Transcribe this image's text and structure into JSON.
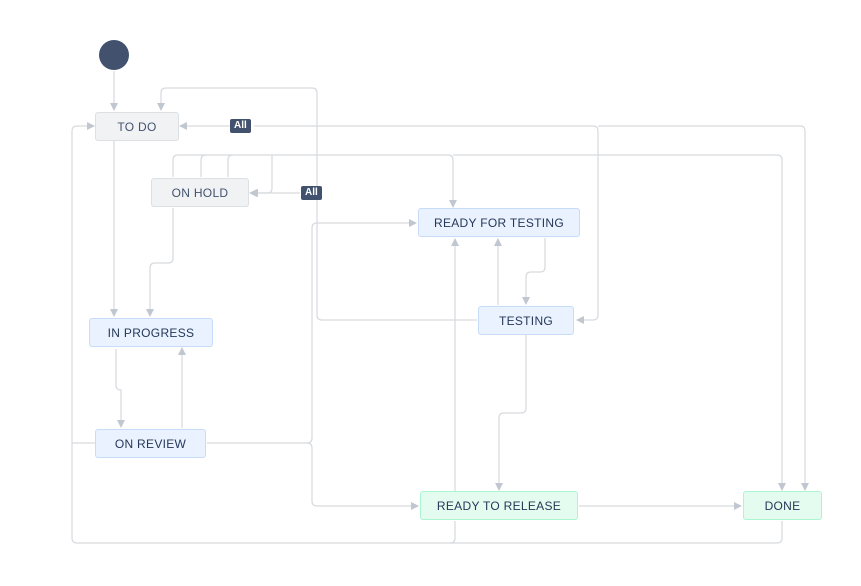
{
  "workflow": {
    "statuses": {
      "todo": "TO DO",
      "on_hold": "ON HOLD",
      "in_progress": "IN PROGRESS",
      "on_review": "ON REVIEW",
      "ready_for_testing": "READY FOR TESTING",
      "testing": "TESTING",
      "ready_to_release": "READY TO RELEASE",
      "done": "DONE"
    },
    "global_transitions": {
      "todo_all": "All",
      "on_hold_all": "All"
    },
    "colors": {
      "start_node": "#42526e",
      "todo_category": "#f1f2f4",
      "in_progress_category": "#e9f2fe",
      "done_category": "#e3fcef",
      "connector": "#d6d9de"
    }
  }
}
